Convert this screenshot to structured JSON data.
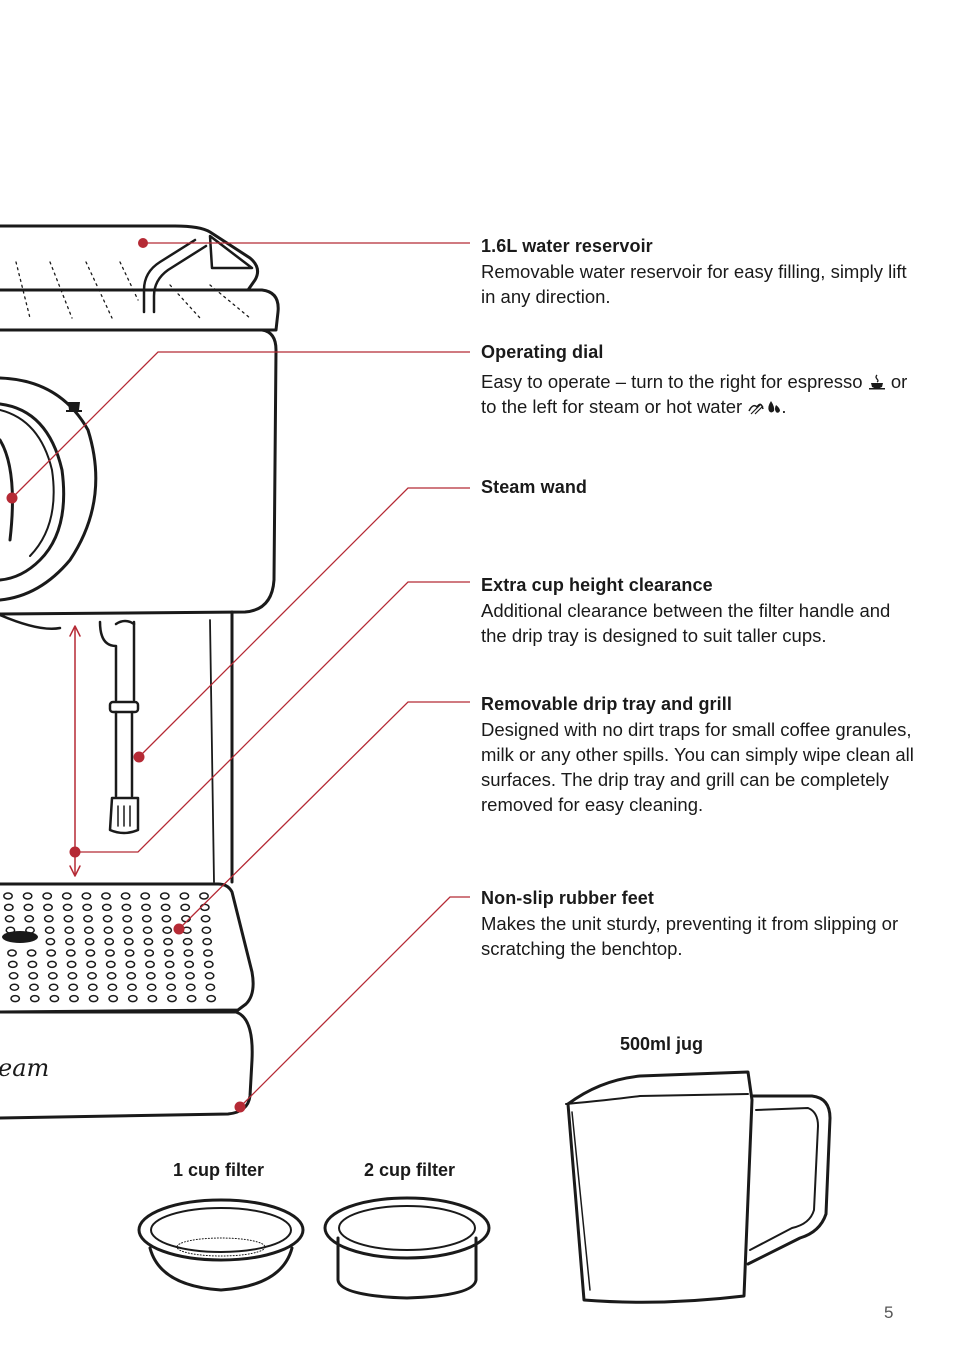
{
  "features": [
    {
      "title": "1.6L water reservoir",
      "description": "Removable water reservoir for easy filling, simply lift in any direction."
    },
    {
      "title": "Operating dial",
      "description_prefix": "Easy to operate – turn to the right for espresso",
      "description_middle": "or to the left for steam or hot water",
      "description_suffix": ".",
      "espresso_icon": "espresso-cup-icon",
      "steam_icon": "steam-icon",
      "hot_water_icon": "water-drops-icon"
    },
    {
      "title": "Steam wand",
      "description": ""
    },
    {
      "title": "Extra cup height clearance",
      "description": "Additional clearance between the filter handle and the drip tray is designed to suit taller cups."
    },
    {
      "title": "Removable drip tray and grill",
      "description": "Designed with no dirt traps for small coffee granules, milk or any other spills. You can simply wipe clean all surfaces. The drip tray and grill can be completely removed for easy cleaning."
    },
    {
      "title": "Non-slip rubber feet",
      "description": "Makes the unit sturdy, preventing it from slipping or scratching the benchtop."
    }
  ],
  "accessories": {
    "one_cup": "1 cup filter",
    "two_cup": "2 cup filter",
    "jug": "500ml jug"
  },
  "logo_fragment": "eam",
  "page_number": "5",
  "colors": {
    "callout": "#b52a35",
    "line": "#1a1a1a"
  }
}
